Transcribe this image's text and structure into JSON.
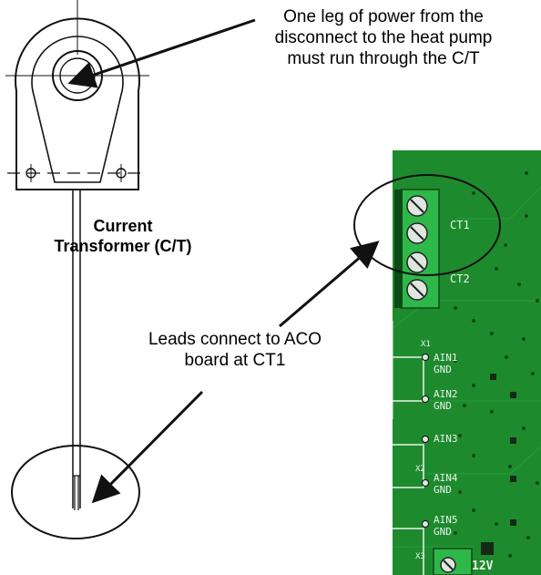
{
  "callout_top": {
    "line1": "One leg of power from the",
    "line2": "disconnect to the heat pump",
    "line3": "must run through the C/T"
  },
  "ct_label": {
    "line1": "Current",
    "line2": "Transformer (C/T)"
  },
  "leads_label": {
    "line1": "Leads connect to ACO",
    "line2": "board at CT1"
  },
  "board": {
    "ct1": "CT1",
    "ct2": "CT2",
    "ain1": "AIN1",
    "gnd1": "GND",
    "ain2": "AIN2",
    "gnd2": "GND",
    "ain3": "AIN3",
    "ain4": "AIN4",
    "gnd4": "GND",
    "ain5": "AIN5",
    "gnd5": "GND",
    "v12": "12V",
    "x1": "X1",
    "x2": "X2",
    "x3": "X3",
    "board_color": "#1e8a2e",
    "terminal_color": "#2fb84a"
  }
}
